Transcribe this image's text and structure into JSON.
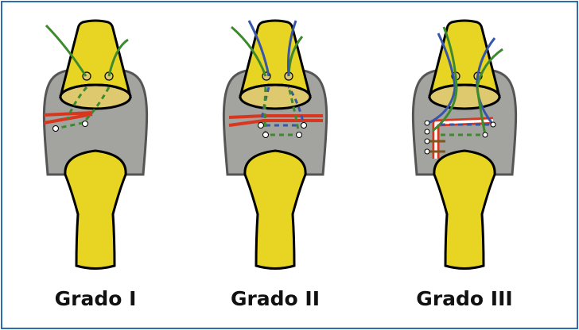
{
  "figures": [
    {
      "label": "Grado I"
    },
    {
      "label": "Grado II"
    },
    {
      "label": "Grado III"
    }
  ],
  "colors": {
    "border": "#2f6db3",
    "bone": "#e8d523",
    "cartilage": "#dfc96e",
    "capsule": "#a3a39f",
    "green_suture": "#3d8a2e",
    "blue_suture": "#3656a8",
    "red_ligament": "#d9361f"
  }
}
